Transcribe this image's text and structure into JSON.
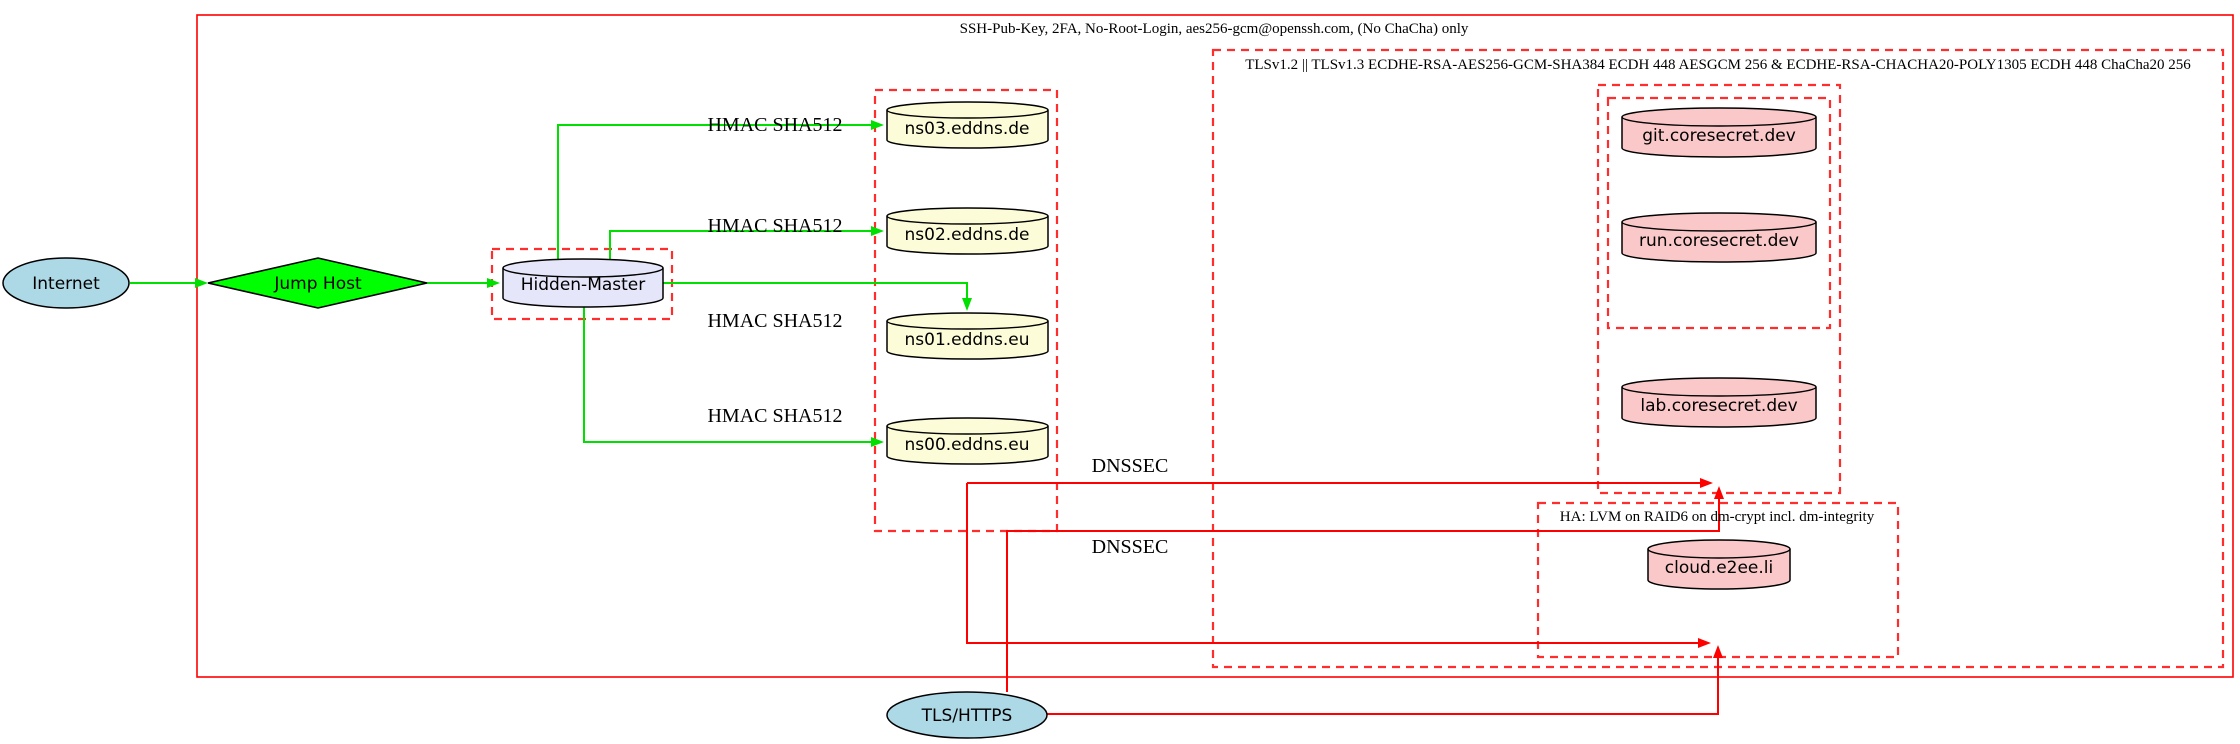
{
  "colors": {
    "cluster_red_solid": "#ff0000",
    "cluster_red_dashed": "#ff2d2d",
    "edge_green": "#00e000",
    "edge_red": "#ff0000",
    "node_blue": "#add8e6",
    "node_green": "#00ff00",
    "node_lavender": "#e6e6fa",
    "node_yellow": "#fcfcd8",
    "node_pink": "#fac8c8",
    "text": "#000000"
  },
  "clusters": {
    "ssh": {
      "label": "SSH-Pub-Key, 2FA, No-Root-Login, aes256-gcm@openssh.com, (No ChaCha) only"
    },
    "tls": {
      "label": "TLSv1.2 || TLSv1.3 ECDHE-RSA-AES256-GCM-SHA384 ECDH 448 AESGCM 256 & ECDHE-RSA-CHACHA20-POLY1305 ECDH 448 ChaCha20 256"
    },
    "ha": {
      "label": "HA: LVM on RAID6 on dm-crypt incl. dm-integrity"
    }
  },
  "nodes": {
    "internet": {
      "label": "Internet"
    },
    "jump_host": {
      "label": "Jump Host"
    },
    "hidden_master": {
      "label": "Hidden-Master"
    },
    "ns03": {
      "label": "ns03.eddns.de"
    },
    "ns02": {
      "label": "ns02.eddns.de"
    },
    "ns01": {
      "label": "ns01.eddns.eu"
    },
    "ns00": {
      "label": "ns00.eddns.eu"
    },
    "git": {
      "label": "git.coresecret.dev"
    },
    "run": {
      "label": "run.coresecret.dev"
    },
    "lab": {
      "label": "lab.coresecret.dev"
    },
    "cloud": {
      "label": "cloud.e2ee.li"
    },
    "tls_https": {
      "label": "TLS/HTTPS"
    }
  },
  "edges": {
    "hmac_ns03": {
      "label": "HMAC SHA512"
    },
    "hmac_ns02": {
      "label": "HMAC SHA512"
    },
    "hmac_ns01": {
      "label": "HMAC SHA512"
    },
    "hmac_ns00": {
      "label": "HMAC SHA512"
    },
    "dnssec_1": {
      "label": "DNSSEC"
    },
    "dnssec_2": {
      "label": "DNSSEC"
    }
  }
}
